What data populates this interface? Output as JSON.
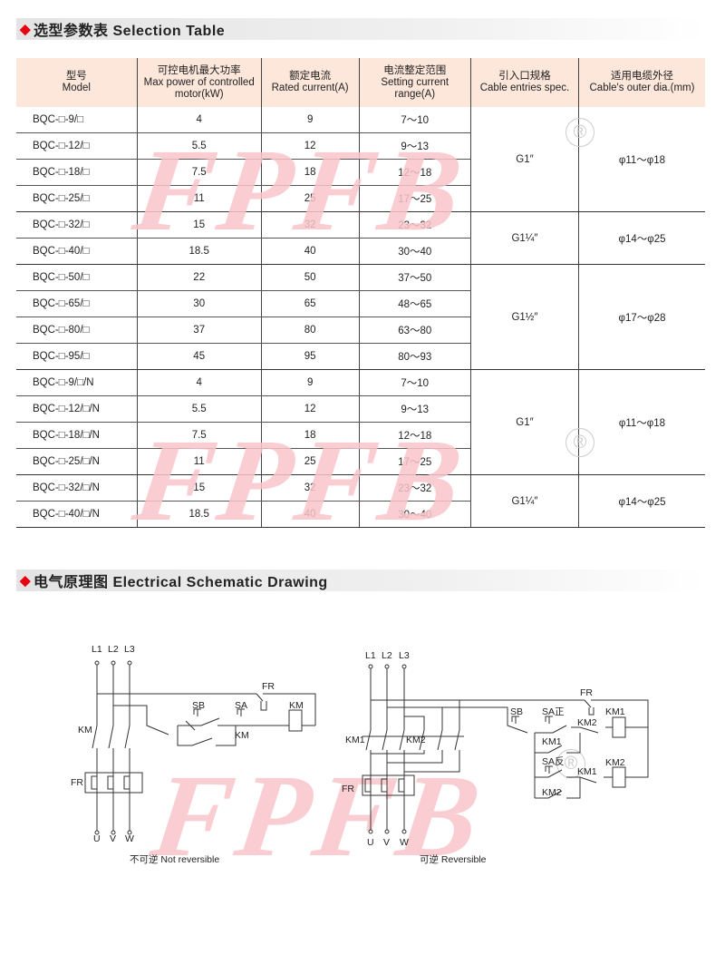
{
  "section1": {
    "title": "选型参数表 Selection Table"
  },
  "section2": {
    "title": "电气原理图 Electrical Schematic Drawing"
  },
  "watermark": "FPFB",
  "table": {
    "headers": [
      [
        "型号",
        "Model"
      ],
      [
        "可控电机最大功率",
        "Max power of controlled motor(kW)"
      ],
      [
        "额定电流",
        "Rated current(A)"
      ],
      [
        "电流整定范围",
        "Setting current range(A)"
      ],
      [
        "引入口规格",
        "Cable entries spec."
      ],
      [
        "适用电缆外径",
        "Cable's outer dia.(mm)"
      ]
    ],
    "rows": [
      [
        "BQC-□-9/□",
        "4",
        "9",
        "7～10"
      ],
      [
        "BQC-□-12/□",
        "5.5",
        "12",
        "9～13"
      ],
      [
        "BQC-□-18/□",
        "7.5",
        "18",
        "12～18"
      ],
      [
        "BQC-□-25/□",
        "11",
        "25",
        "17～25"
      ],
      [
        "BQC-□-32/□",
        "15",
        "32",
        "23～32"
      ],
      [
        "BQC-□-40/□",
        "18.5",
        "40",
        "30～40"
      ],
      [
        "BQC-□-50/□",
        "22",
        "50",
        "37～50"
      ],
      [
        "BQC-□-65/□",
        "30",
        "65",
        "48～65"
      ],
      [
        "BQC-□-80/□",
        "37",
        "80",
        "63～80"
      ],
      [
        "BQC-□-95/□",
        "45",
        "95",
        "80～93"
      ],
      [
        "BQC-□-9/□/N",
        "4",
        "9",
        "7～10"
      ],
      [
        "BQC-□-12/□/N",
        "5.5",
        "12",
        "9～13"
      ],
      [
        "BQC-□-18/□/N",
        "7.5",
        "18",
        "12～18"
      ],
      [
        "BQC-□-25/□/N",
        "11",
        "25",
        "17～25"
      ],
      [
        "BQC-□-32/□/N",
        "15",
        "32",
        "23～32"
      ],
      [
        "BQC-□-40/□/N",
        "18.5",
        "40",
        "30～40"
      ]
    ],
    "groups": [
      {
        "start": 0,
        "span": 4,
        "cable": "G1″",
        "dia": "φ11～φ18"
      },
      {
        "start": 4,
        "span": 2,
        "cable": "G1¼″",
        "dia": "φ14～φ25"
      },
      {
        "start": 6,
        "span": 4,
        "cable": "G1½″",
        "dia": "φ17～φ28"
      },
      {
        "start": 10,
        "span": 4,
        "cable": "G1″",
        "dia": "φ11～φ18"
      },
      {
        "start": 14,
        "span": 2,
        "cable": "G1¼″",
        "dia": "φ14～φ25"
      }
    ]
  },
  "schematic": {
    "left": {
      "caption": "不可逆  Not reversible",
      "L1": "L1",
      "L2": "L2",
      "L3": "L3",
      "km": "KM",
      "fr": "FR",
      "U": "U",
      "V": "V",
      "W": "W",
      "sb": "SB",
      "sa": "SA",
      "fr2": "FR",
      "coil": "KM",
      "hold": "KM"
    },
    "right": {
      "caption": "可逆  Reversible",
      "L1": "L1",
      "L2": "L2",
      "L3": "L3",
      "km1": "KM1",
      "km2": "KM2",
      "fr": "FR",
      "U": "U",
      "V": "V",
      "W": "W",
      "sb": "SB",
      "sa_fwd": "SA正",
      "fr2": "FR",
      "km2_nc": "KM2",
      "coil1": "KM1",
      "hold1": "KM1",
      "sa_rev": "SA反",
      "km1_nc": "KM1",
      "coil2": "KM2",
      "hold2": "KM2"
    }
  }
}
